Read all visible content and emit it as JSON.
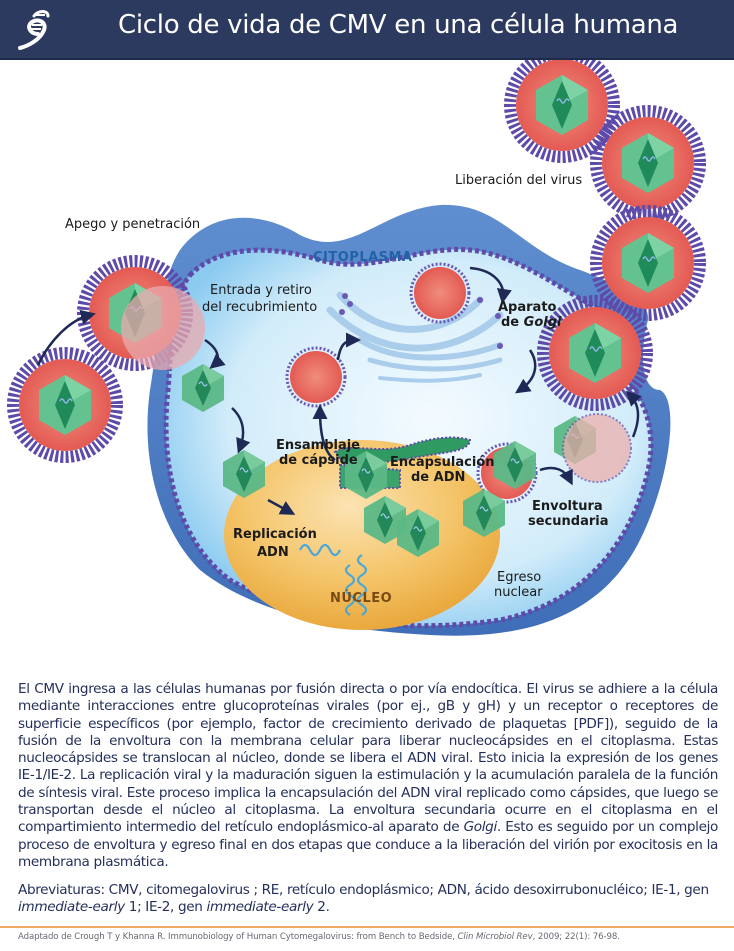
{
  "header": {
    "title": "Ciclo de vida de CMV en una célula humana",
    "logo_icon": "dna-helix-logo-icon",
    "background_color": "#2c3a60"
  },
  "diagram": {
    "labels": {
      "attachment": "Apego y penetración",
      "release": "Liberación del virus",
      "cytoplasm": "CITOPLASMA",
      "entry_line1": "Entrada y retiro",
      "entry_line2": "del recubrimiento",
      "golgi_line1": "Aparato",
      "golgi_line2_prefix": "de ",
      "golgi_line2_italic": "Golgi",
      "capsid_line1": "Ensamblaje",
      "capsid_line2": "de cápside",
      "encaps_line1": "Encapsulación",
      "encaps_line2": "de ADN",
      "replication_line1": "Replicación",
      "replication_line2": "ADN",
      "nucleus": "NÚCLEO",
      "secondary_line1": "Envoltura",
      "secondary_line2": "secundaria",
      "egress_line1": "Egreso",
      "egress_line2": "nuclear"
    },
    "colors": {
      "cell_membrane": "#4f7fc4",
      "cytoplasm": "#cfe9f8",
      "nucleus": "#f3c066",
      "virion_envelope": "#e8605a",
      "capsid": "#4fb37f",
      "glycoprotein": "#5e4aa8",
      "arrow": "#1e2a55"
    }
  },
  "body": {
    "paragraph_parts": [
      "El CMV ingresa a las células humanas por fusión directa o por vía endocítica. El virus se adhiere a la célula mediante interacciones entre glucoproteínas virales (por ej., gB y gH) y un receptor o receptores de superficie específicos (por ejemplo, factor de crecimiento derivado de plaquetas [PDF]), seguido de la fusión de la envoltura con la membrana celular para liberar nucleocápsides en el citoplasma. Estas nucleocápsides se translocan al núcleo, donde se libera el ADN viral. Esto inicia la expresión de los genes IE-1/IE-2. La replicación viral y la maduración siguen la estimulación y la acumulación paralela de la función de síntesis viral. Este proceso implica la encapsulación del ADN viral replicado como cápsides, que luego se transportan desde el núcleo al citoplasma. La envoltura secundaria ocurre en el citoplasma en el compartimiento intermedio del retículo endoplásmico-al aparato de ",
      "Golgi",
      ". Esto es seguido por un complejo proceso de envoltura y egreso final en dos etapas que conduce a la liberación del virión por exocitosis en la membrana plasmática."
    ],
    "abbreviations_parts": [
      "Abreviaturas: CMV, citomegalovirus ; RE, retículo endoplásmico; ADN, ácido desoxirrubonucléico; IE-1, gen ",
      "immediate-early",
      " 1; IE-2, gen ",
      "immediate-early",
      " 2."
    ]
  },
  "footer": {
    "source_prefix": "Adaptado de Crough T y Khanna R. Immunobiology of Human Cytomegalovirus: from Bench to Bedside, ",
    "source_journal": "Clin Microbiol Rev",
    "source_suffix": ", 2009; 22(1): 76-98.",
    "rule_color": "#f0a867"
  }
}
